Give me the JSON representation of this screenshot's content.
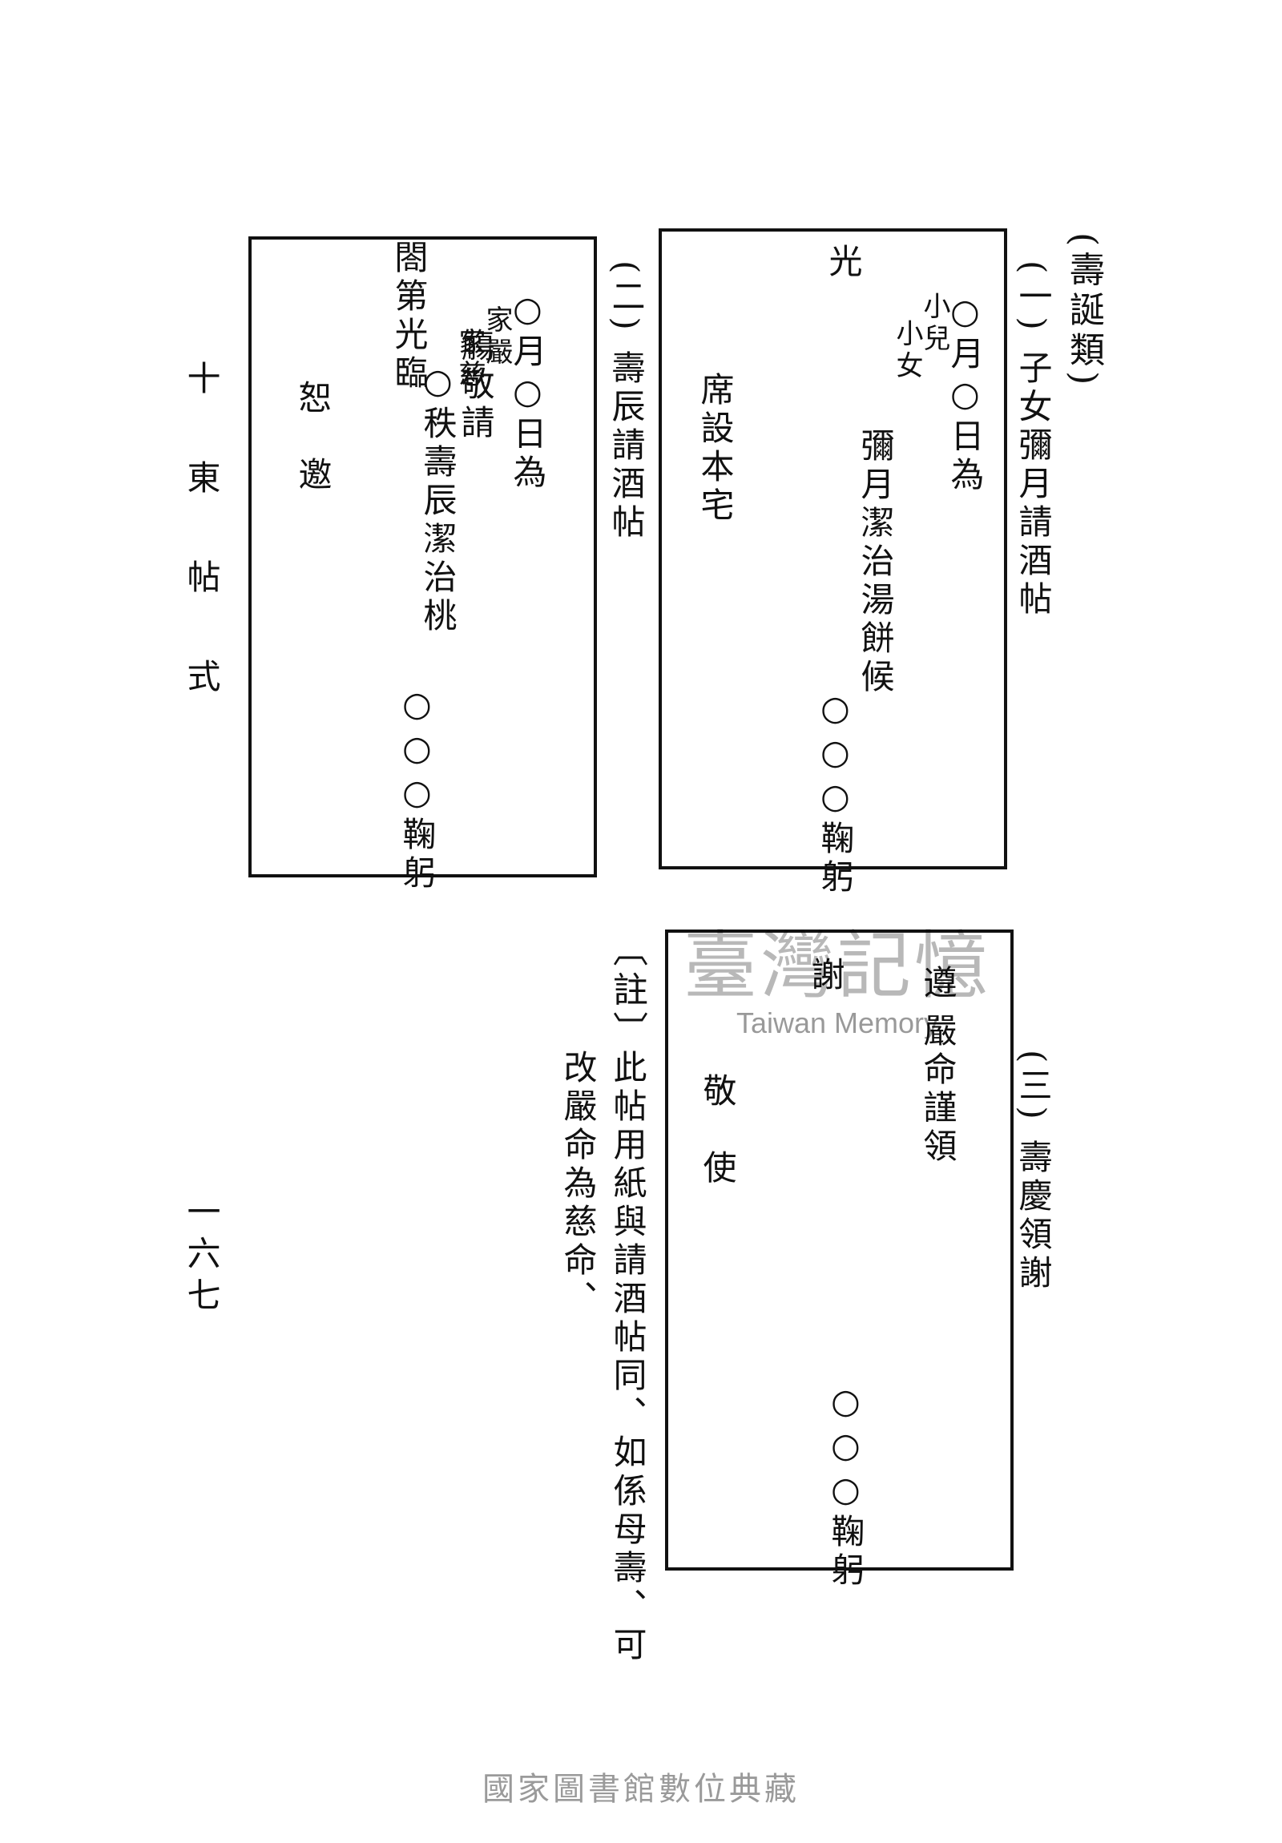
{
  "section_title": "(壽誕類)",
  "item1": {
    "heading": "(一) 子女彌月請酒帖",
    "lines": [
      "○月○日為",
      "席設本宅",
      "光"
    ],
    "small_a": "小兒",
    "small_b": "小女",
    "line_after_small": "彌月潔治湯餅候",
    "signature": "○○○鞠躬"
  },
  "item2": {
    "heading": "(二) 壽辰請酒帖",
    "line1_prefix": "○月○日為",
    "small_a": "家嚴",
    "small_b": "家慈",
    "line1_suffix": "○秩壽辰潔治桃",
    "line2": "觴敬請",
    "line3": "閤第光臨",
    "line4": "恕　邀",
    "signature": "○○○鞠躬"
  },
  "item3": {
    "heading": "(三) 壽慶領謝",
    "line1": "遵",
    "line2": "嚴命謹領",
    "line3": "謝",
    "line4": "敬　使",
    "signature": "○○○鞠躬"
  },
  "note": {
    "label": "〔註〕",
    "line1": "此帖用紙與請酒帖同、如係母壽、可",
    "line2": "改嚴命為慈命、"
  },
  "margin": {
    "book_title": "十東帖式",
    "page_number": "一六七"
  },
  "watermark": {
    "main": "臺灣記憶",
    "sub": "Taiwan Memory"
  },
  "footer": "國家圖書館數位典藏"
}
